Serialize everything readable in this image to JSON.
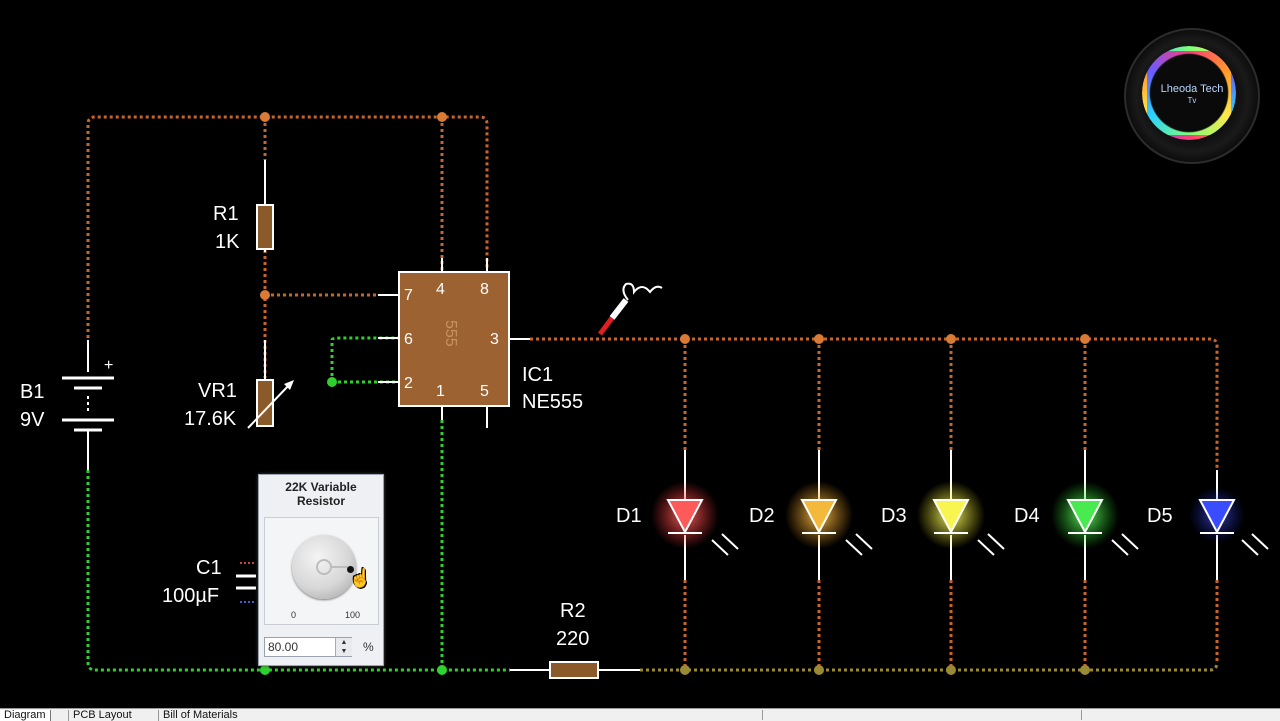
{
  "circuit": {
    "battery": {
      "ref": "B1",
      "value": "9V",
      "plus": "+"
    },
    "r1": {
      "ref": "R1",
      "value": "1K"
    },
    "vr1": {
      "ref": "VR1",
      "value": "17.6K"
    },
    "c1": {
      "ref": "C1",
      "value": "100µF"
    },
    "r2": {
      "ref": "R2",
      "value": "220"
    },
    "ic1": {
      "ref": "IC1",
      "part": "NE555",
      "body_label": "555",
      "pins": {
        "p7": "7",
        "p4": "4",
        "p8": "8",
        "p6": "6",
        "p3": "3",
        "p2": "2",
        "p1": "1",
        "p5": "5"
      }
    },
    "leds": [
      {
        "ref": "D1",
        "color": "#ff4a4a"
      },
      {
        "ref": "D2",
        "color": "#f2b233"
      },
      {
        "ref": "D3",
        "color": "#f5f04a"
      },
      {
        "ref": "D4",
        "color": "#3ce84a"
      },
      {
        "ref": "D5",
        "color": "#3a4cff"
      }
    ],
    "wire_colors": {
      "positive": "#c8652a",
      "ground": "#2fd12f",
      "signal": "#c8652a",
      "neutral": "#ffffff"
    }
  },
  "popup": {
    "title_line1": "22K Variable",
    "title_line2": "Resistor",
    "tick_min": "0",
    "tick_max": "100",
    "value": "80.00",
    "unit": "%",
    "knob_position_percent": 80
  },
  "tabs": [
    "Diagram",
    "PCB Layout",
    "Bill of Materials"
  ],
  "logo": {
    "line1": "Lheoda Tech",
    "line2": "Tv"
  },
  "icons": {
    "probe": "logic-probe-icon",
    "cursor": "hand-cursor-icon",
    "spin_up": "spin-up-icon",
    "spin_down": "spin-down-icon"
  }
}
